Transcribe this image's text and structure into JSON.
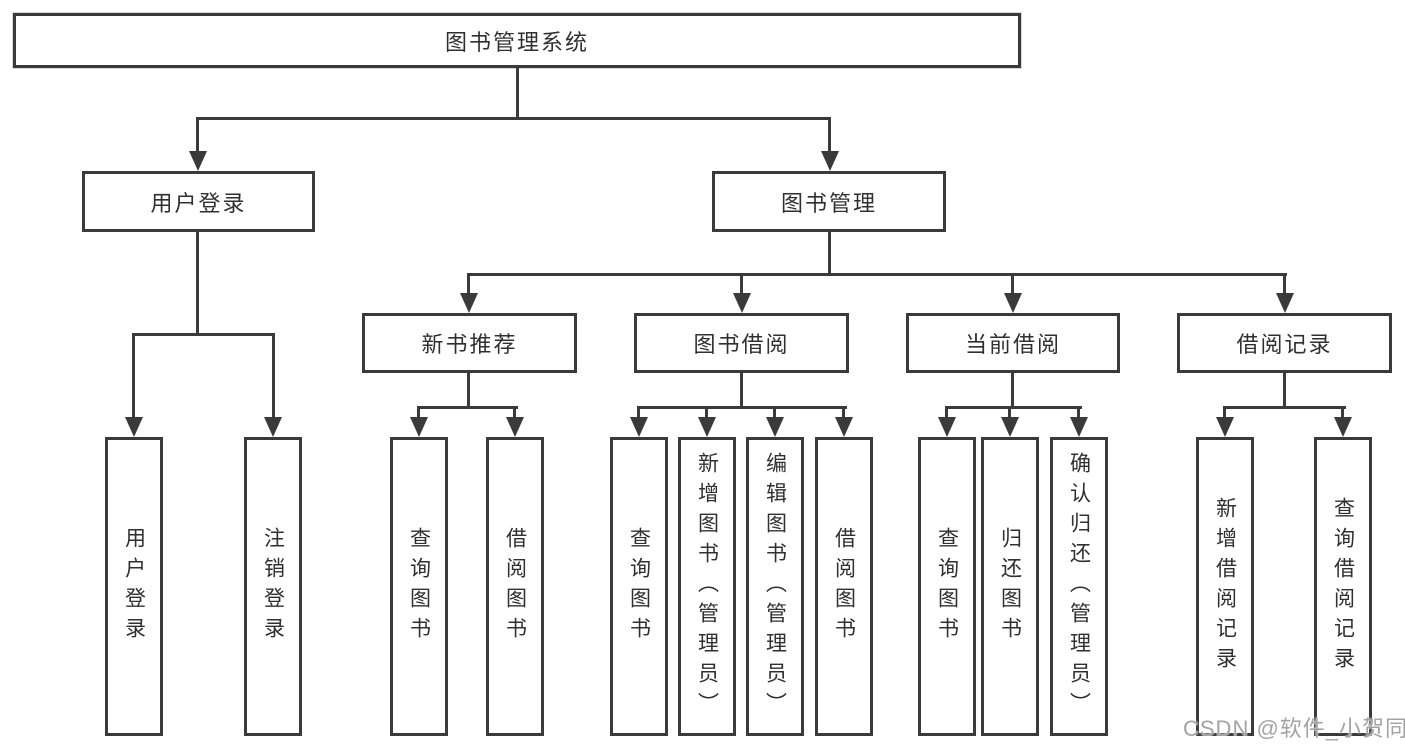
{
  "diagram": {
    "root": {
      "label": "图书管理系统"
    },
    "level2": [
      {
        "label": "用户登录"
      },
      {
        "label": "图书管理"
      }
    ],
    "level3": [
      {
        "label": "新书推荐"
      },
      {
        "label": "图书借阅"
      },
      {
        "label": "当前借阅"
      },
      {
        "label": "借阅记录"
      }
    ],
    "leaves": {
      "user_login": [
        {
          "label": "用户登录"
        },
        {
          "label": "注销登录"
        }
      ],
      "new_book_recommend": [
        {
          "label": "查询图书"
        },
        {
          "label": "借阅图书"
        }
      ],
      "book_borrow": [
        {
          "label": "查询图书"
        },
        {
          "label": "新增图书（管理员）"
        },
        {
          "label": "编辑图书（管理员）"
        },
        {
          "label": "借阅图书"
        }
      ],
      "current_borrow": [
        {
          "label": "查询图书"
        },
        {
          "label": "归还图书"
        },
        {
          "label": "确认归还（管理员）"
        }
      ],
      "borrow_records": [
        {
          "label": "新增借阅记录"
        },
        {
          "label": "查询借阅记录"
        }
      ]
    }
  },
  "watermark": {
    "text": "CSDN @软件_小贺同学"
  },
  "colors": {
    "line": "#3a3a3a",
    "text": "#303030",
    "background": "#ffffff",
    "watermark": "#969696"
  }
}
